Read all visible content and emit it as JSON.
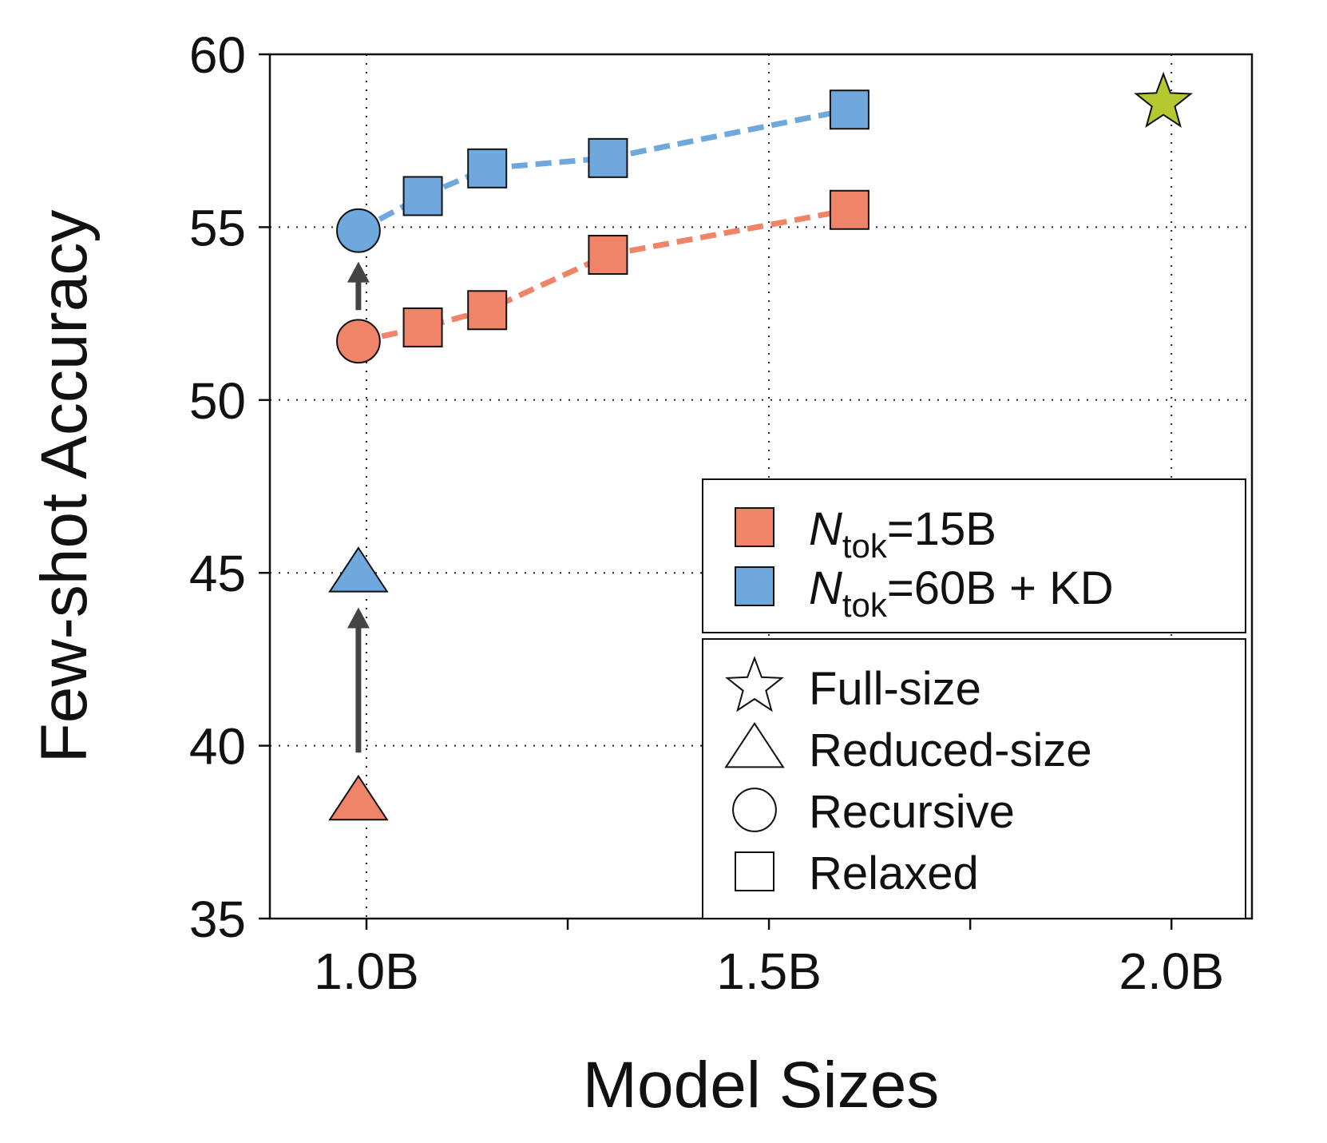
{
  "chart_data": {
    "type": "scatter",
    "xlabel": "Model Sizes",
    "ylabel": "Few-shot Accuracy",
    "xlim": [
      0.88,
      2.1
    ],
    "ylim": [
      35,
      60
    ],
    "x_ticks": [
      1.0,
      1.5,
      2.0
    ],
    "x_tick_labels": [
      "1.0B",
      "1.5B",
      "2.0B"
    ],
    "x_minor_ticks": [
      1.25,
      1.75
    ],
    "y_ticks": [
      35,
      40,
      45,
      50,
      55,
      60
    ],
    "y_tick_labels": [
      "35",
      "40",
      "45",
      "50",
      "55",
      "60"
    ],
    "grid": true,
    "series": [
      {
        "name_main": "N",
        "name_sub": "tok",
        "name_rest": "=15B",
        "color": "#ef8468",
        "points": [
          {
            "x": 0.99,
            "y": 38.4,
            "marker": "triangle"
          },
          {
            "x": 0.99,
            "y": 51.7,
            "marker": "circle",
            "line": true
          },
          {
            "x": 1.07,
            "y": 52.1,
            "marker": "square",
            "line": true
          },
          {
            "x": 1.15,
            "y": 52.6,
            "marker": "square",
            "line": true
          },
          {
            "x": 1.3,
            "y": 54.2,
            "marker": "square",
            "line": true
          },
          {
            "x": 1.6,
            "y": 55.5,
            "marker": "square",
            "line": true
          }
        ]
      },
      {
        "name_main": "N",
        "name_sub": "tok",
        "name_rest": "=60B + KD",
        "color": "#6fa8dc",
        "points": [
          {
            "x": 0.99,
            "y": 45.0,
            "marker": "triangle"
          },
          {
            "x": 0.99,
            "y": 54.9,
            "marker": "circle",
            "line": true
          },
          {
            "x": 1.07,
            "y": 55.9,
            "marker": "square",
            "line": true
          },
          {
            "x": 1.15,
            "y": 56.7,
            "marker": "square",
            "line": true
          },
          {
            "x": 1.3,
            "y": 57.0,
            "marker": "square",
            "line": true
          },
          {
            "x": 1.6,
            "y": 58.4,
            "marker": "square",
            "line": true
          }
        ]
      }
    ],
    "full_size": {
      "x": 1.99,
      "y": 58.6,
      "marker": "star",
      "color": "#b5c832"
    },
    "arrows": [
      {
        "x": 0.99,
        "y_from": 39.8,
        "y_to": 44.0
      },
      {
        "x": 0.99,
        "y_from": 52.6,
        "y_to": 54.0
      }
    ],
    "legend_position": "lower-right",
    "marker_legend": [
      {
        "marker": "star",
        "label": "Full-size"
      },
      {
        "marker": "triangle",
        "label": "Reduced-size"
      },
      {
        "marker": "circle",
        "label": "Recursive"
      },
      {
        "marker": "square",
        "label": "Relaxed"
      }
    ]
  }
}
